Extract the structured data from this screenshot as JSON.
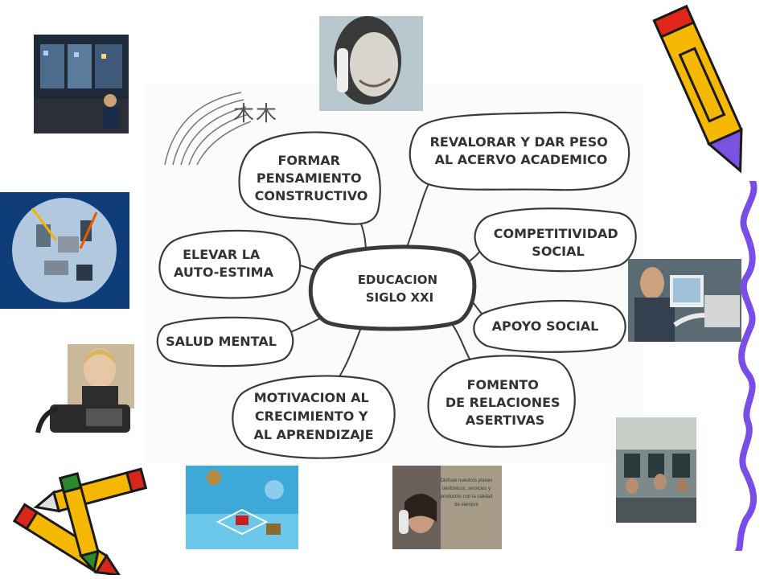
{
  "mindmap": {
    "center": {
      "line1": "EDUCACION",
      "line2": "SIGLO XXI"
    },
    "nodes": {
      "formar": {
        "lines": [
          "FORMAR",
          "PENSAMIENTO",
          "CONSTRUCTIVO"
        ]
      },
      "revalorar": {
        "lines": [
          "REVALORAR Y DAR PESO",
          "AL ACERVO ACADEMICO"
        ]
      },
      "competitividad": {
        "lines": [
          "COMPETITIVIDAD",
          "SOCIAL"
        ]
      },
      "apoyo": {
        "lines": [
          "APOYO SOCIAL"
        ]
      },
      "fomento": {
        "lines": [
          "FOMENTO",
          "DE RELACIONES",
          "ASERTIVAS"
        ]
      },
      "motivacion": {
        "lines": [
          "MOTIVACION AL",
          "CRECIMIENTO Y",
          "AL APRENDIZAJE"
        ]
      },
      "salud": {
        "lines": [
          "SALUD MENTAL"
        ]
      },
      "elevar": {
        "lines": [
          "ELEVAR LA",
          "AUTO-ESTIMA"
        ]
      }
    },
    "line_color": "#3a3a3a"
  },
  "photos": {
    "caption": [
      "Disfrute nuestros planes",
      "telefónicos, servicios y",
      "productos con la calidad",
      "de siempre"
    ]
  },
  "colors": {
    "pencil_yellow": "#f5b800",
    "pencil_purple": "#7a52e0",
    "wavy_line": "#7b4de8"
  }
}
